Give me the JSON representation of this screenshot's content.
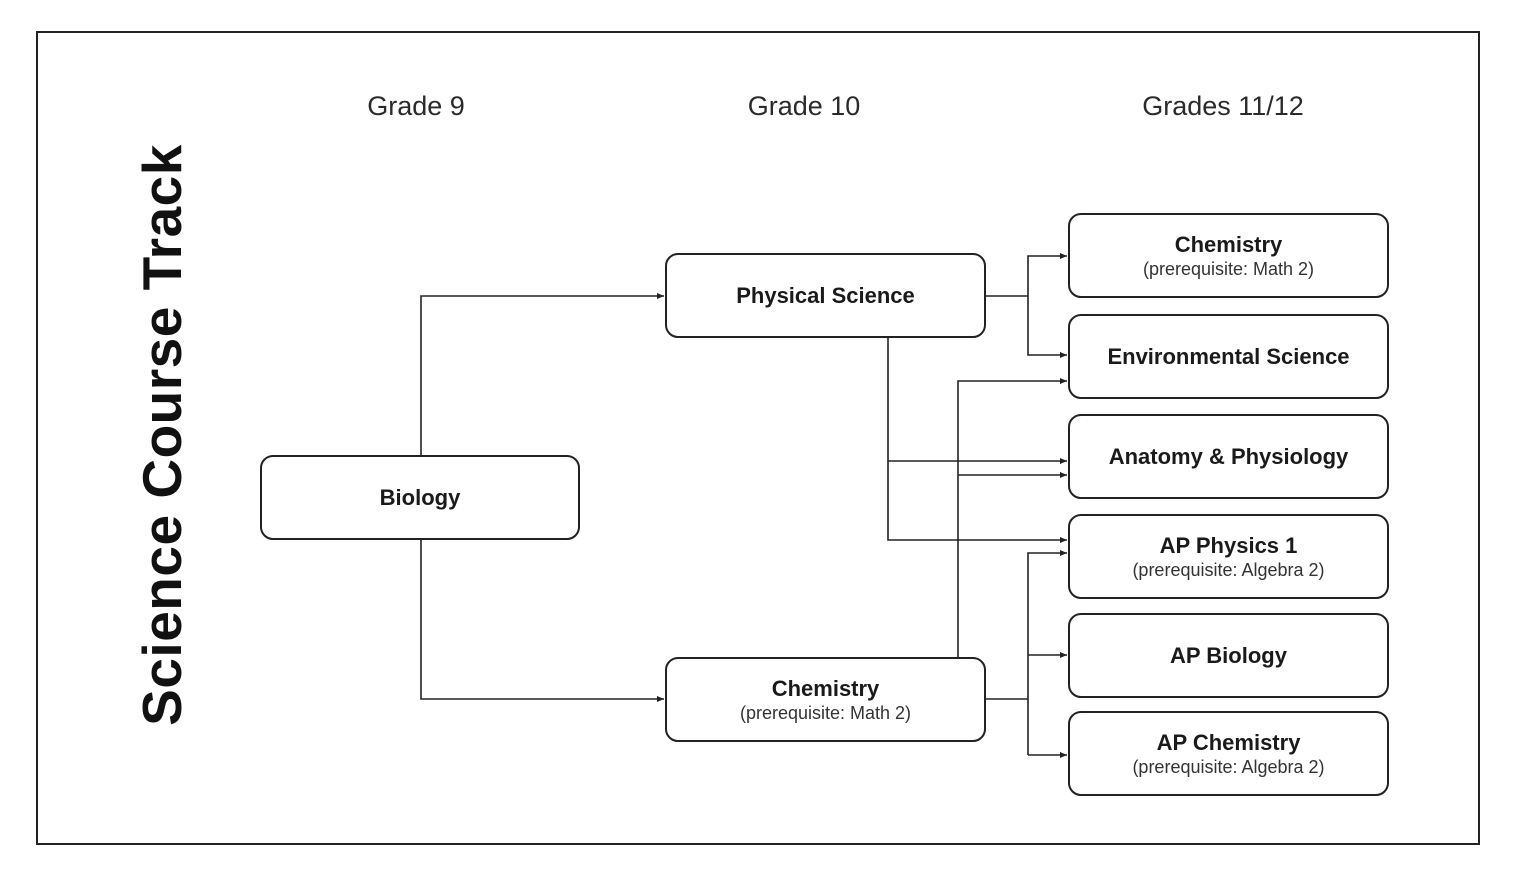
{
  "title": "Science Course Track",
  "columns": [
    {
      "id": "grade9",
      "label": "Grade 9"
    },
    {
      "id": "grade10",
      "label": "Grade 10"
    },
    {
      "id": "grades1112",
      "label": "Grades 11/12"
    }
  ],
  "nodes": {
    "biology": {
      "title": "Biology",
      "note": ""
    },
    "physical_science": {
      "title": "Physical Science",
      "note": ""
    },
    "chemistry_10": {
      "title": "Chemistry",
      "note": "(prerequisite: Math 2)"
    },
    "chemistry_11": {
      "title": "Chemistry",
      "note": "(prerequisite: Math 2)"
    },
    "environmental_science": {
      "title": "Environmental Science",
      "note": ""
    },
    "anatomy_physiology": {
      "title": "Anatomy & Physiology",
      "note": ""
    },
    "ap_physics_1": {
      "title": "AP Physics 1",
      "note": "(prerequisite: Algebra 2)"
    },
    "ap_biology": {
      "title": "AP Biology",
      "note": ""
    },
    "ap_chemistry": {
      "title": "AP Chemistry",
      "note": "(prerequisite: Algebra 2)"
    }
  },
  "edges": [
    {
      "from": "biology",
      "to": "physical_science"
    },
    {
      "from": "biology",
      "to": "chemistry_10"
    },
    {
      "from": "physical_science",
      "to": "chemistry_11"
    },
    {
      "from": "physical_science",
      "to": "environmental_science"
    },
    {
      "from": "physical_science",
      "to": "anatomy_physiology"
    },
    {
      "from": "physical_science",
      "to": "ap_physics_1"
    },
    {
      "from": "chemistry_10",
      "to": "environmental_science"
    },
    {
      "from": "chemistry_10",
      "to": "anatomy_physiology"
    },
    {
      "from": "chemistry_10",
      "to": "ap_physics_1"
    },
    {
      "from": "chemistry_10",
      "to": "ap_biology"
    },
    {
      "from": "chemistry_10",
      "to": "ap_chemistry"
    }
  ],
  "colors": {
    "stroke": "#222222",
    "text": "#1a1a1a",
    "background": "#ffffff"
  }
}
